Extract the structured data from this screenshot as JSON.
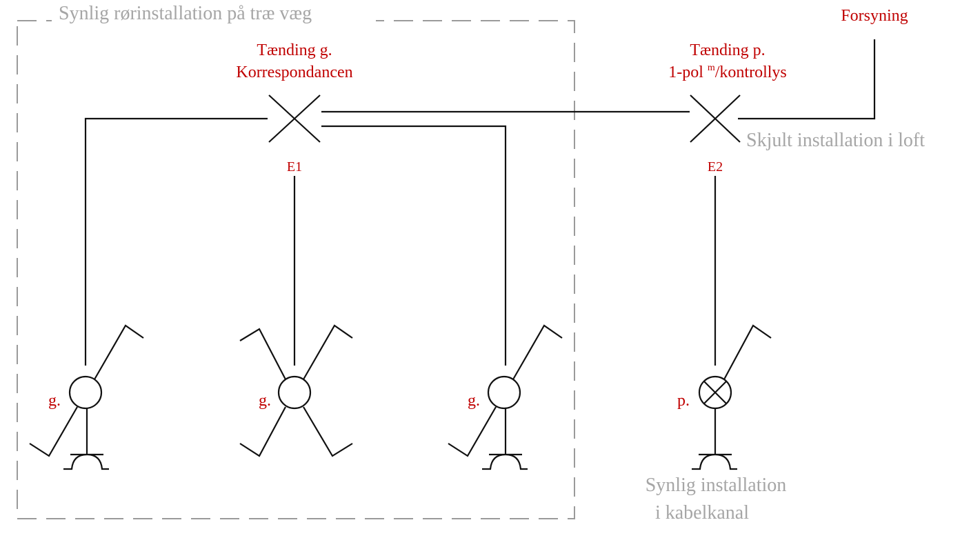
{
  "zones": {
    "visible_pipe": "Synlig rørinstallation på træ væg",
    "hidden_ceiling": "Skjult installation i loft",
    "visible_channel_1": "Synlig installation",
    "visible_channel_2": "i kabelkanal"
  },
  "supply": "Forsyning",
  "e1": {
    "title_1": "Tænding g.",
    "title_2": "Korrespondancen",
    "id": "E1"
  },
  "e2": {
    "title_1": "Tænding p.",
    "title_2a": "1-pol ",
    "title_sup": "m",
    "title_2b": "/kontrollys",
    "id": "E2"
  },
  "switches": [
    {
      "label": "g."
    },
    {
      "label": "g."
    },
    {
      "label": "g."
    },
    {
      "label": "p."
    }
  ],
  "colors": {
    "label": "#c00000",
    "annotation": "#a6a6a6",
    "line": "#111111"
  }
}
